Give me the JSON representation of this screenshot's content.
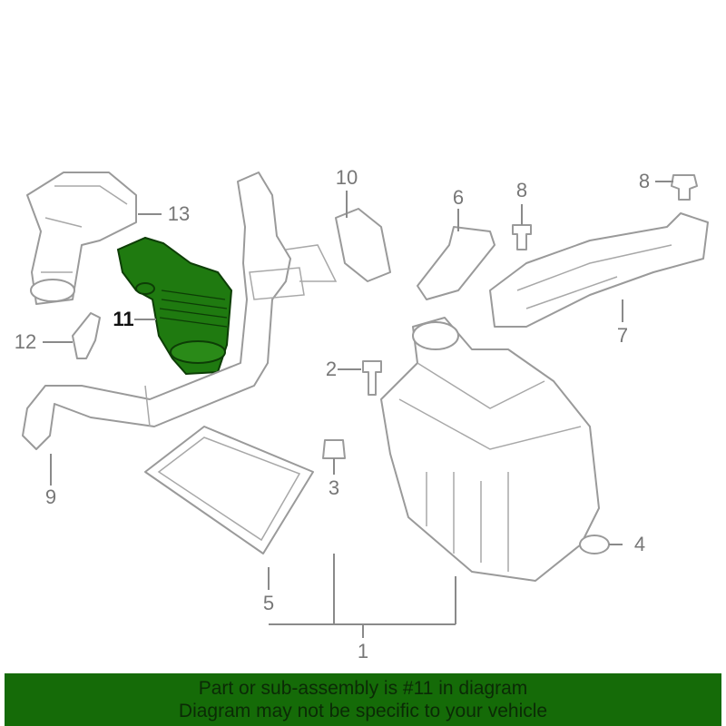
{
  "diagram": {
    "callouts": [
      "1",
      "2",
      "3",
      "4",
      "5",
      "6",
      "7",
      "8",
      "8",
      "9",
      "10",
      "11",
      "12",
      "13"
    ],
    "highlighted_part": "11",
    "highlight_color": "#1f7a10",
    "line_color": "#9a9a9a"
  },
  "banner": {
    "line1": "Part or sub-assembly is #11 in diagram",
    "line2": "Diagram may not be specific to your vehicle",
    "background": "#156b08"
  }
}
